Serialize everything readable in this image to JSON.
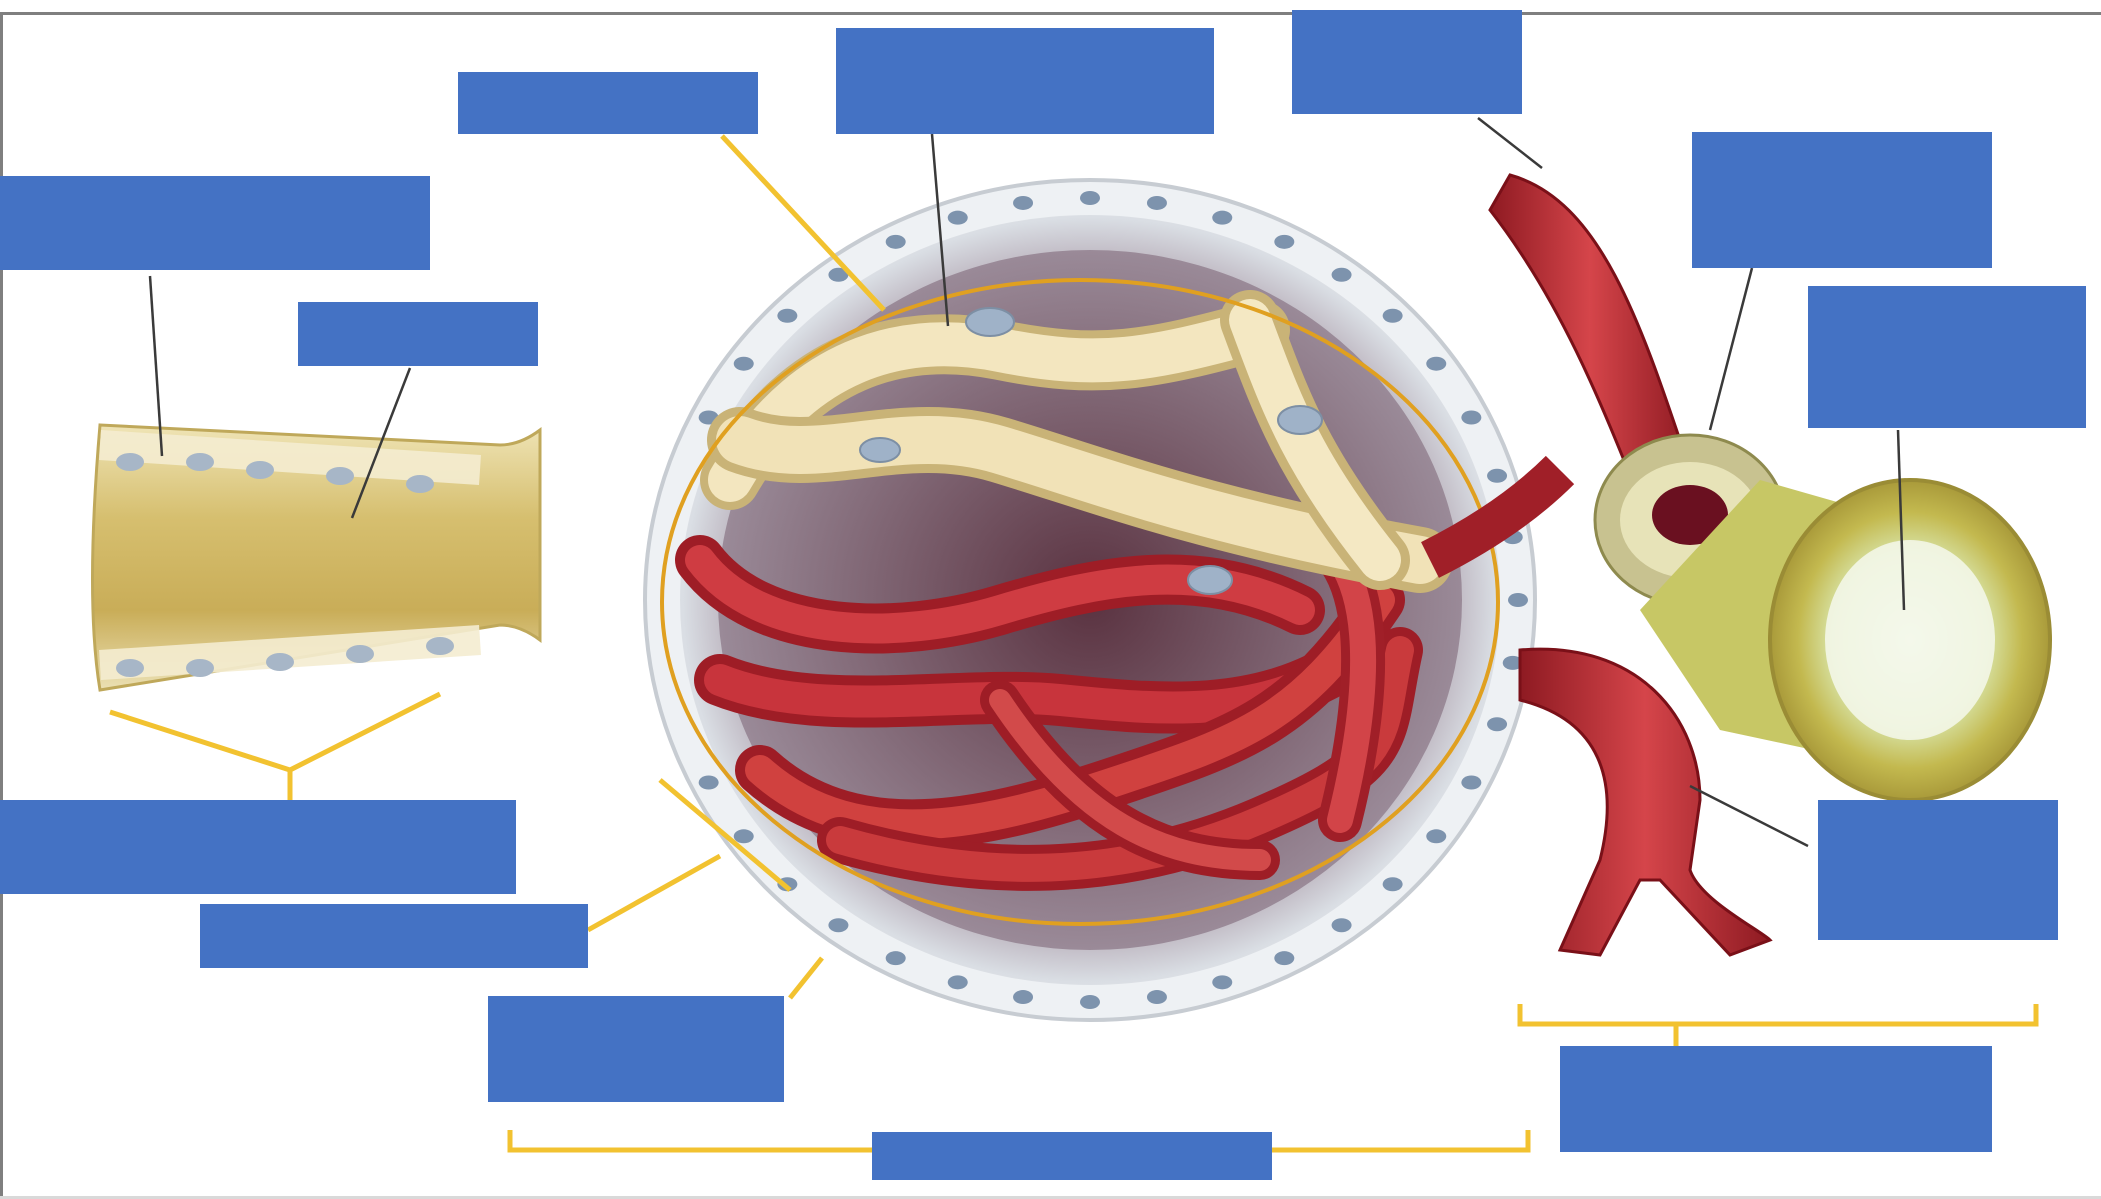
{
  "colors": {
    "label_box": "#4472c4",
    "leader_line_dark": "#3a3a3a",
    "leader_line_yellow": "#f2c230",
    "glomerulus_outline": "#e0a020",
    "capsule_white": "#eceff2",
    "capsule_cell_nucleus": "#7d93ad",
    "podocyte_cream": "#f1e3b8",
    "capillary_red": "#b8262d",
    "tubule_cream": "#d9c27a",
    "tubule_yellow_green": "#c8c86a",
    "background": "#ffffff"
  },
  "labels": [
    {
      "id": "simple-cuboidal-epithelium",
      "text": ""
    },
    {
      "id": "microvilli",
      "text": ""
    },
    {
      "id": "podocyte",
      "text": ""
    },
    {
      "id": "podocyte-nucleus",
      "text": ""
    },
    {
      "id": "afferent-arteriole",
      "text": ""
    },
    {
      "id": "juxtaglomerular-cells",
      "text": ""
    },
    {
      "id": "macula-densa",
      "text": ""
    },
    {
      "id": "proximal-convoluted-tubule",
      "text": ""
    },
    {
      "id": "parietal-layer",
      "text": ""
    },
    {
      "id": "capsular-space",
      "text": ""
    },
    {
      "id": "efferent-arteriole",
      "text": ""
    },
    {
      "id": "juxtaglomerular-apparatus",
      "text": ""
    },
    {
      "id": "renal-corpuscle",
      "text": ""
    }
  ]
}
